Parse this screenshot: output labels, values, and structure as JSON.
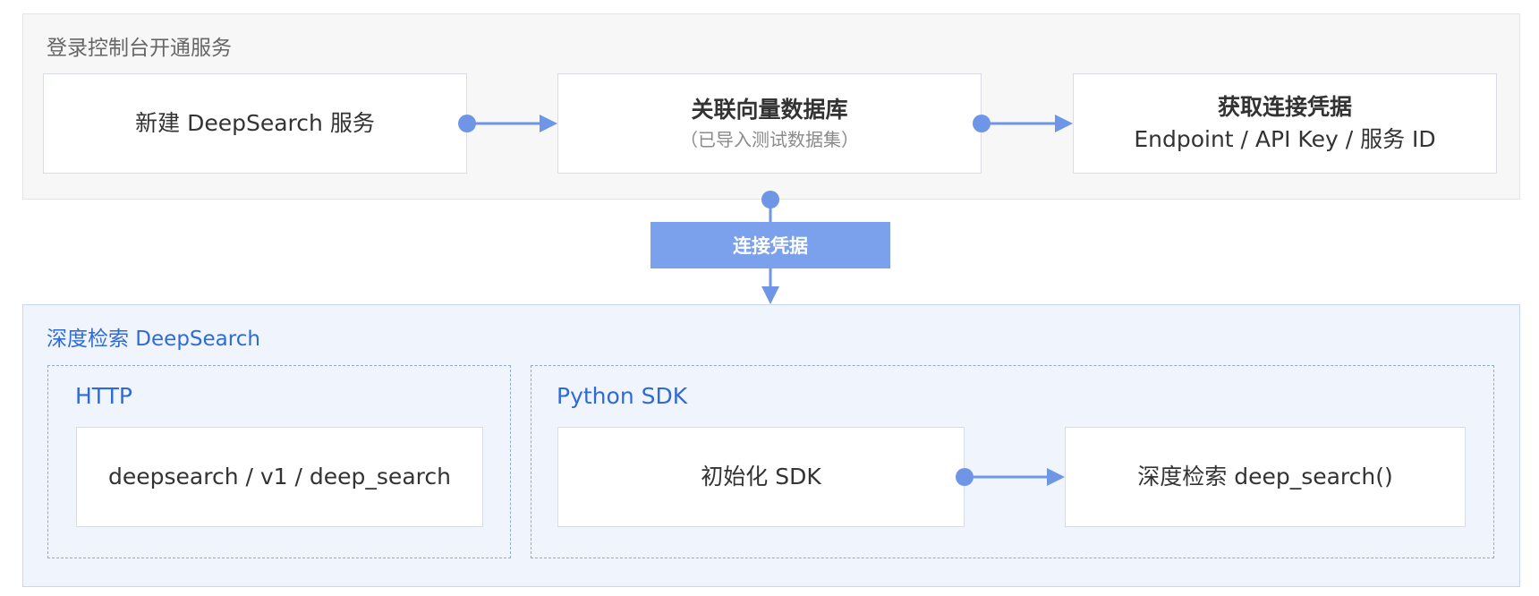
{
  "console": {
    "title": "登录控制台开通服务",
    "steps": [
      {
        "label": "新建 DeepSearch 服务",
        "sub": ""
      },
      {
        "label": "关联向量数据库",
        "sub": "（已导入测试数据集）"
      },
      {
        "label": "获取连接凭据",
        "sub": "Endpoint / API Key / 服务 ID"
      }
    ]
  },
  "connector_label": "连接凭据",
  "deepsearch": {
    "title": "深度检索 DeepSearch",
    "http": {
      "title": "HTTP",
      "endpoint": "deepsearch / v1 / deep_search"
    },
    "sdk": {
      "title": "Python SDK",
      "init": "初始化 SDK",
      "call": "深度检索 deep_search()"
    }
  },
  "colors": {
    "accent": "#2f6bd8",
    "connector": "#6f96e6",
    "tag_background": "#7ba0ec",
    "console_background": "#f7f7f7",
    "deepsearch_background": "#f0f5fd"
  }
}
